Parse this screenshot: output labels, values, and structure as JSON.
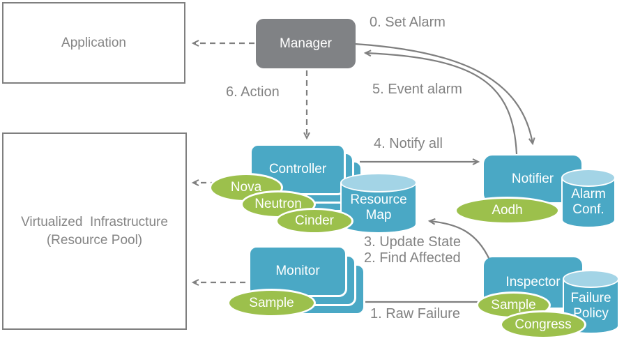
{
  "boxes": {
    "application": {
      "label": "Application"
    },
    "virtualized_infrastructure": {
      "label_line1": "Virtualized  Infrastructure",
      "label_line2": "(Resource Pool)"
    },
    "manager": {
      "label": "Manager"
    },
    "controller": {
      "label": "Controller"
    },
    "monitor": {
      "label": "Monitor"
    },
    "notifier": {
      "label": "Notifier"
    },
    "inspector": {
      "label": "Inspector"
    }
  },
  "ellipses": {
    "nova": "Nova",
    "neutron": "Neutron",
    "cinder": "Cinder",
    "monitor_sample": "Sample",
    "aodh": "Aodh",
    "inspector_sample": "Sample",
    "congress": "Congress"
  },
  "cylinders": {
    "resource_map": {
      "line1": "Resource",
      "line2": "Map"
    },
    "alarm_conf": {
      "line1": "Alarm",
      "line2": "Conf."
    },
    "failure_policy": {
      "line1": "Failure",
      "line2": "Policy"
    }
  },
  "flow_labels": {
    "step0": "0. Set Alarm",
    "step1": "1. Raw Failure",
    "step2": "2. Find Affected",
    "step3": "3. Update State",
    "step4": "4. Notify all",
    "step5": "5. Event alarm",
    "step6": "6. Action"
  },
  "colors": {
    "node_blue": "#4aa8c5",
    "cylinder_top_blue": "#a3d4e6",
    "ellipse_green": "#9cc04c",
    "manager_gray": "#808285",
    "line_gray": "#7f7f7f",
    "label_gray": "#828282"
  }
}
